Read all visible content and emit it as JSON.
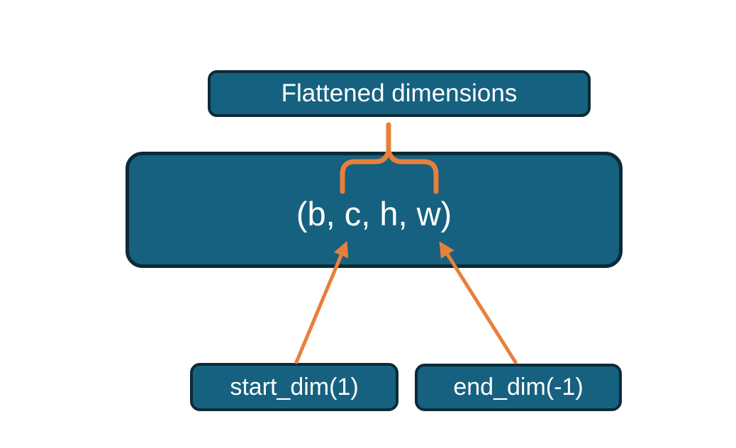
{
  "diagram": {
    "nodes": {
      "flattened": {
        "label": "Flattened dimensions"
      },
      "tensor": {
        "label": "(b, c, h, w)"
      },
      "start_dim": {
        "label": "start_dim(1)"
      },
      "end_dim": {
        "label": "end_dim(-1)"
      }
    },
    "connectors": {
      "brace": {
        "connects": "flattened-dimensions-to-tensor-span"
      },
      "arrow_left": {
        "from": "start_dim(1)",
        "to": "c"
      },
      "arrow_right": {
        "from": "end_dim(-1)",
        "to": "w"
      }
    },
    "colors": {
      "node_fill": "#16617F",
      "node_border": "#0C2A37",
      "accent_orange": "#E87F3A",
      "text": "#FFFFFF",
      "background": "#FFFFFF"
    }
  }
}
